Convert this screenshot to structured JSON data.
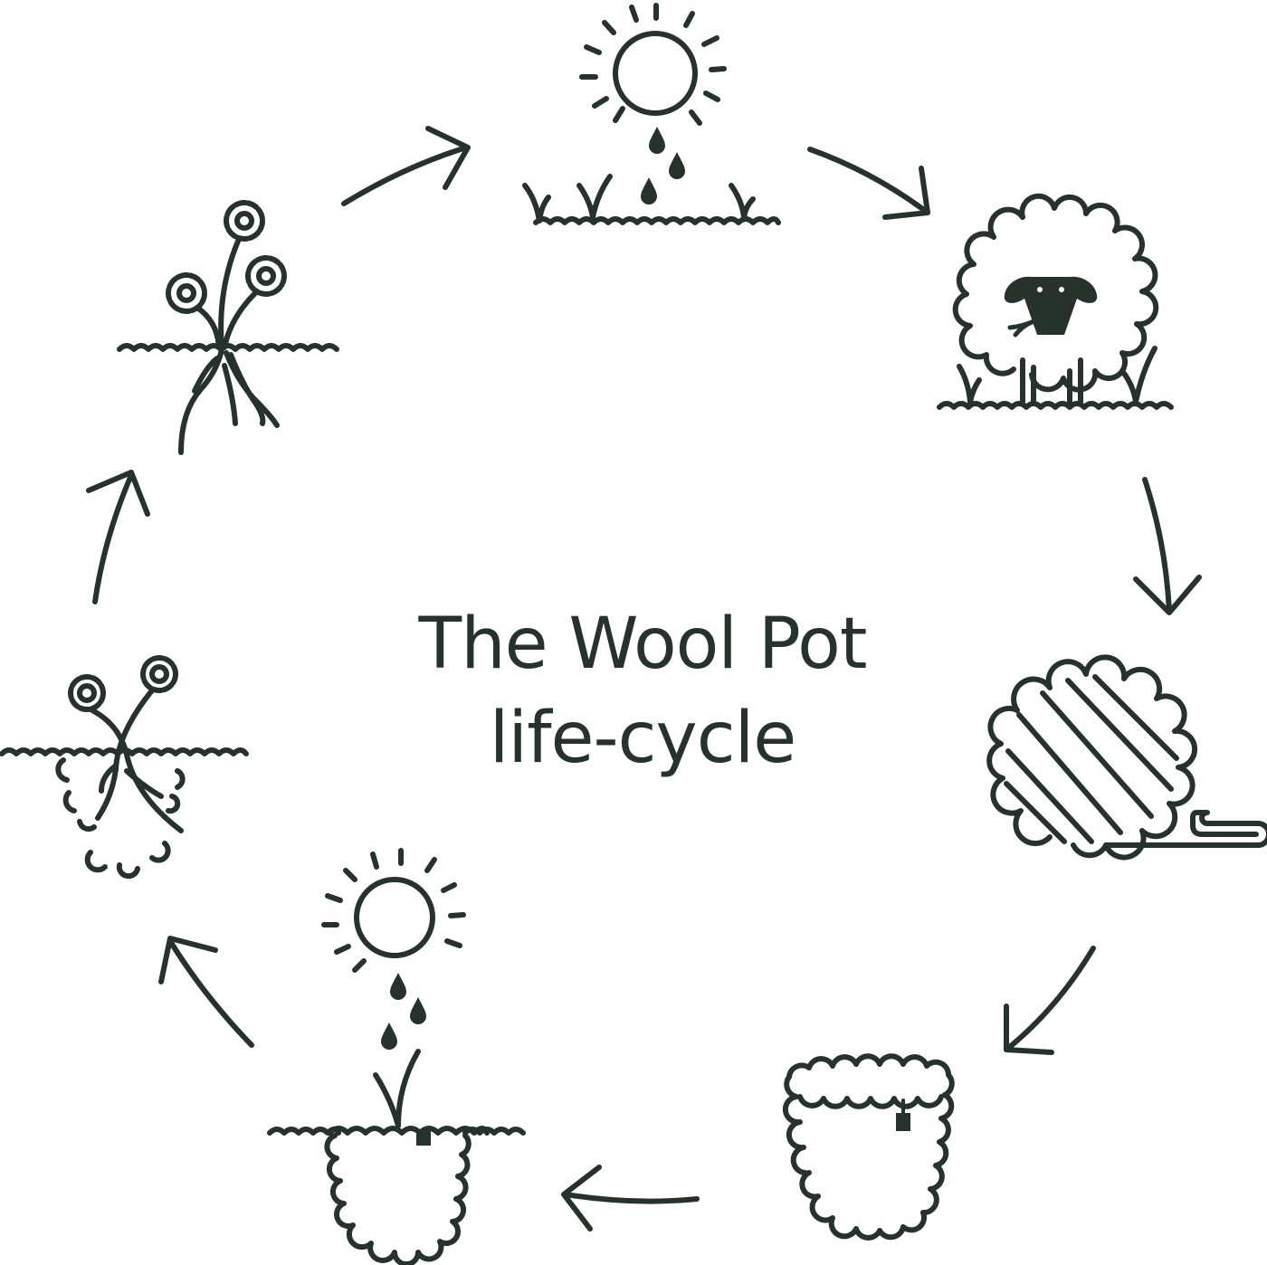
{
  "title": {
    "line1": "The Wool Pot",
    "line2": "life-cycle"
  },
  "colors": {
    "ink": "#28322c",
    "background": "#ffffff"
  },
  "stages": [
    {
      "name": "sun-and-rain-on-grass",
      "icon": "sun-rain-grass-icon"
    },
    {
      "name": "sheep-grazing",
      "icon": "sheep-icon"
    },
    {
      "name": "ball-of-wool",
      "icon": "yarn-ball-icon"
    },
    {
      "name": "wool-pot",
      "icon": "wool-pot-icon"
    },
    {
      "name": "pot-planted-in-soil",
      "icon": "planted-pot-icon"
    },
    {
      "name": "pot-decomposing",
      "icon": "decomposing-pot-icon"
    },
    {
      "name": "flowering-plant",
      "icon": "flowering-plant-icon"
    }
  ]
}
